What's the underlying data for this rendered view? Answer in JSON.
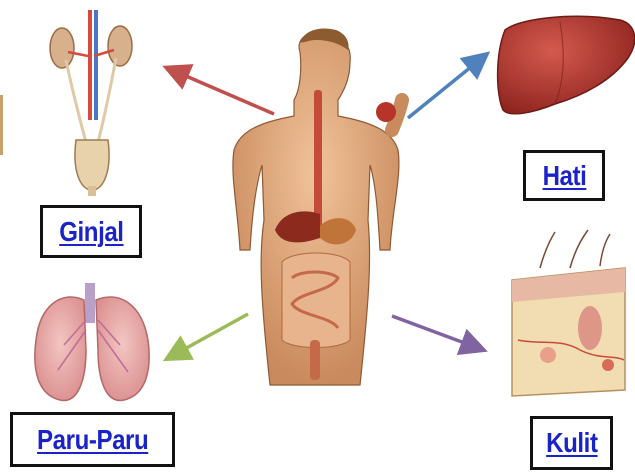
{
  "labels": {
    "ginjal": "Ginjal",
    "hati": "Hati",
    "paru": "Paru-Paru",
    "kulit": "Kulit"
  },
  "colors": {
    "link": "#1a23c8",
    "arrow_ginjal": "#c0504d",
    "arrow_hati": "#4f81bd",
    "arrow_paru": "#9bbb59",
    "arrow_kulit": "#8064a2"
  },
  "icons": [
    "kidney-icon",
    "liver-icon",
    "lungs-icon",
    "skin-icon",
    "human-body-icon"
  ]
}
